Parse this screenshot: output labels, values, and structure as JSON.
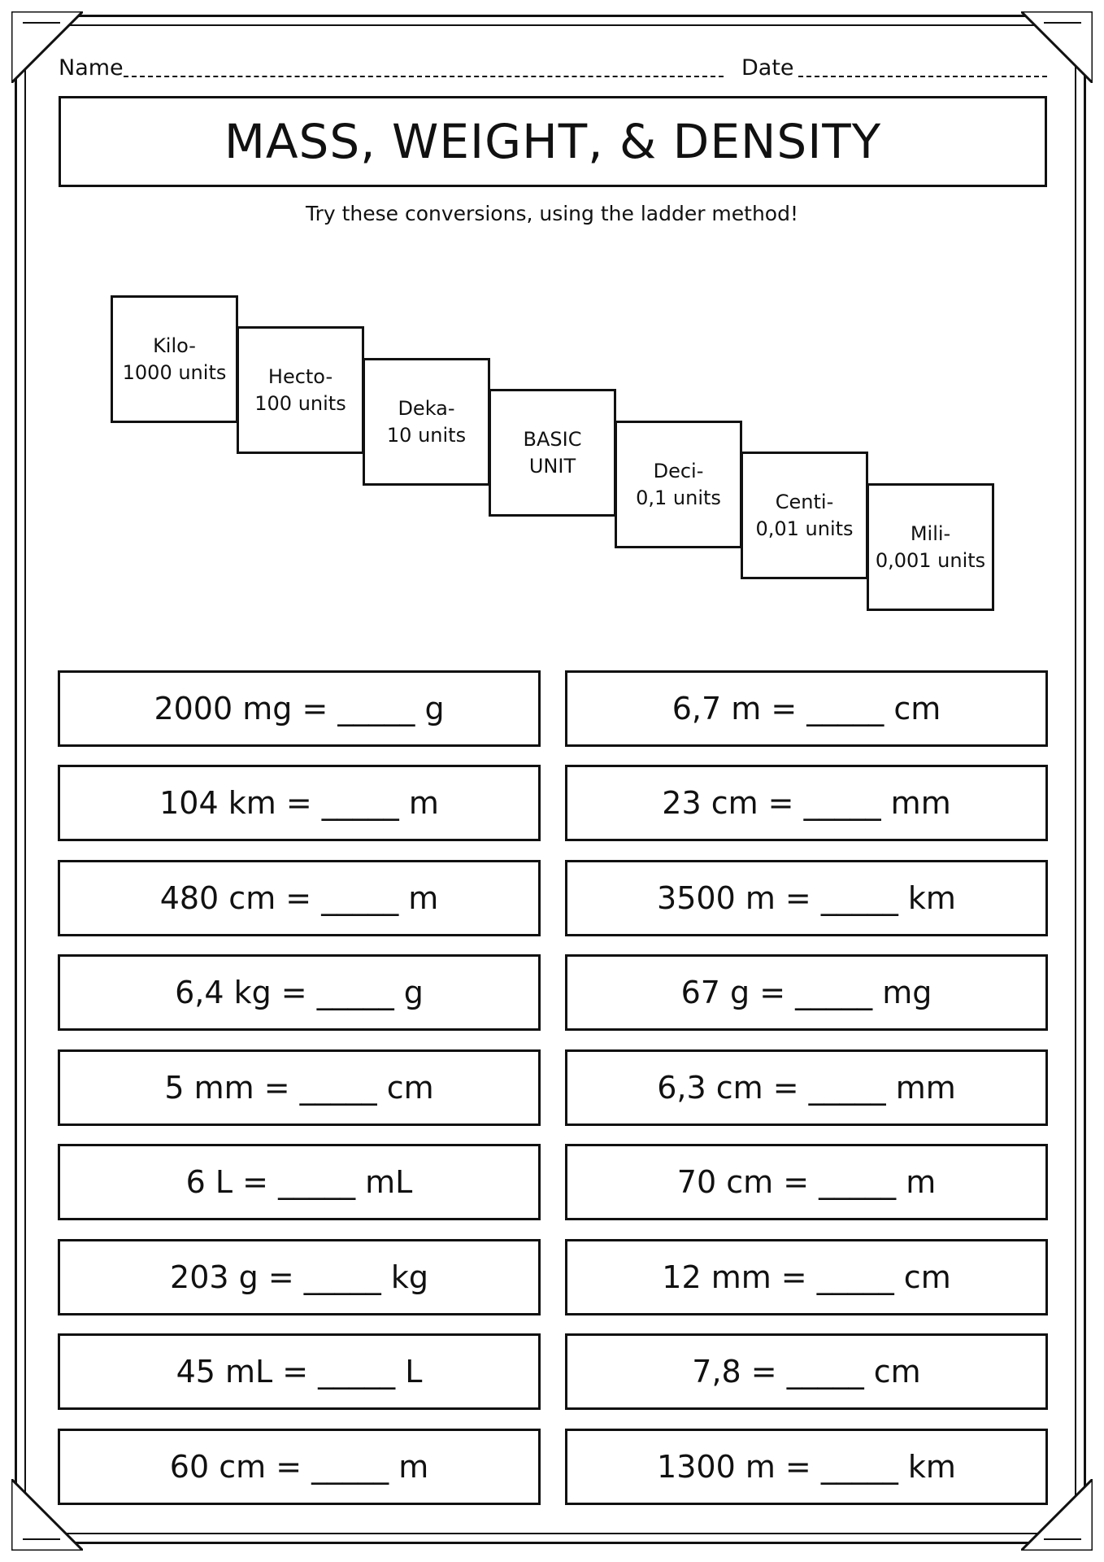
{
  "header": {
    "name_label": "Name",
    "date_label": "Date"
  },
  "title": "MASS, WEIGHT, & DENSITY",
  "subtitle": "Try these conversions, using the ladder method!",
  "ladder": [
    {
      "prefix": "Kilo-",
      "units": "1000 units"
    },
    {
      "prefix": "Hecto-",
      "units": "100 units"
    },
    {
      "prefix": "Deka-",
      "units": "10 units"
    },
    {
      "prefix": "BASIC",
      "units": "UNIT"
    },
    {
      "prefix": "Deci-",
      "units": "0,1 units"
    },
    {
      "prefix": "Centi-",
      "units": "0,01 units"
    },
    {
      "prefix": "Mili-",
      "units": "0,001 units"
    }
  ],
  "left_problems": [
    "2000 mg = _____ g",
    "104 km = _____ m",
    "480 cm = _____ m",
    "6,4 kg = _____ g",
    "5 mm = _____ cm",
    "6 L = _____ mL",
    "203 g = _____ kg",
    "45 mL = _____ L",
    "60 cm = _____ m"
  ],
  "right_problems": [
    "6,7 m = _____ cm",
    "23 cm = _____ mm",
    "3500 m = _____ km",
    "67 g = _____ mg",
    "6,3 cm = _____ mm",
    "70 cm = _____ m",
    "12 mm = _____ cm",
    "7,8 = _____ cm",
    "1300 m = _____ km"
  ]
}
